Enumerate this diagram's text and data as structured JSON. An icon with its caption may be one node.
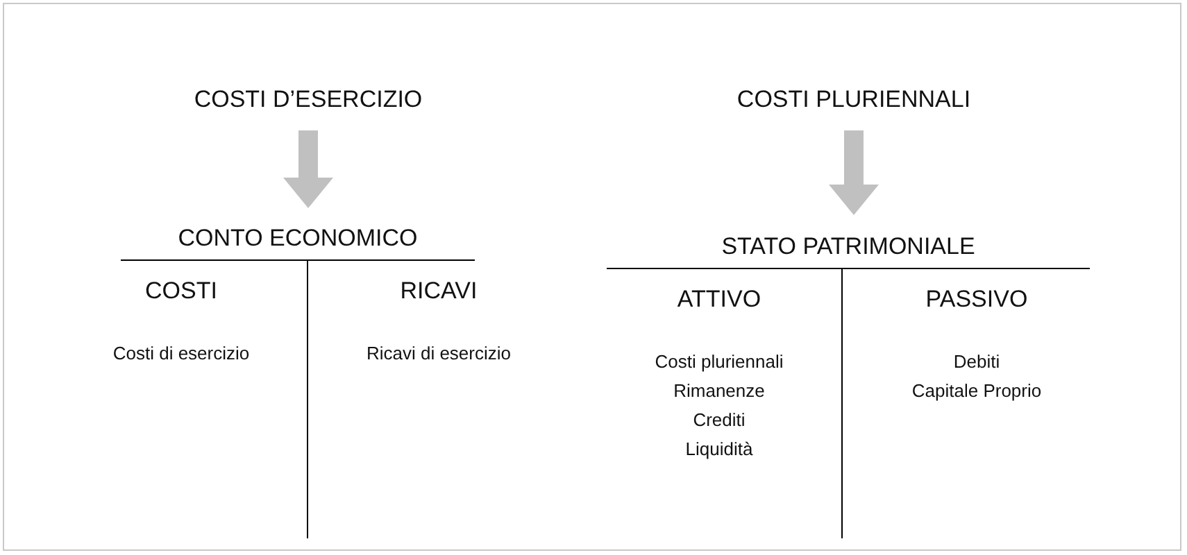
{
  "diagram": {
    "nodes": [
      {
        "text": [
          "COSTI D’ESERCIZIO"
        ]
      },
      {
        "text": [
          "COSTI PLURIENNALI"
        ]
      },
      {
        "text": [
          "CONTO ECONOMICO"
        ]
      },
      {
        "text": [
          "COSTI",
          "Costi di esercizio"
        ]
      },
      {
        "text": [
          "RICAVI",
          "Ricavi di esercizio"
        ]
      },
      {
        "text": [
          "STATO PATRIMONIALE"
        ]
      },
      {
        "text": [
          "ATTIVO",
          "Costi pluriennali",
          "Rimanenze",
          "Crediti",
          "Liquidità"
        ]
      },
      {
        "text": [
          "PASSIVO",
          "Debiti",
          "Capitale Proprio"
        ]
      }
    ],
    "edges": [
      {
        "from": 0,
        "to": 2,
        "arrow": "to"
      },
      {
        "from": 1,
        "to": 5,
        "arrow": "to"
      }
    ]
  }
}
